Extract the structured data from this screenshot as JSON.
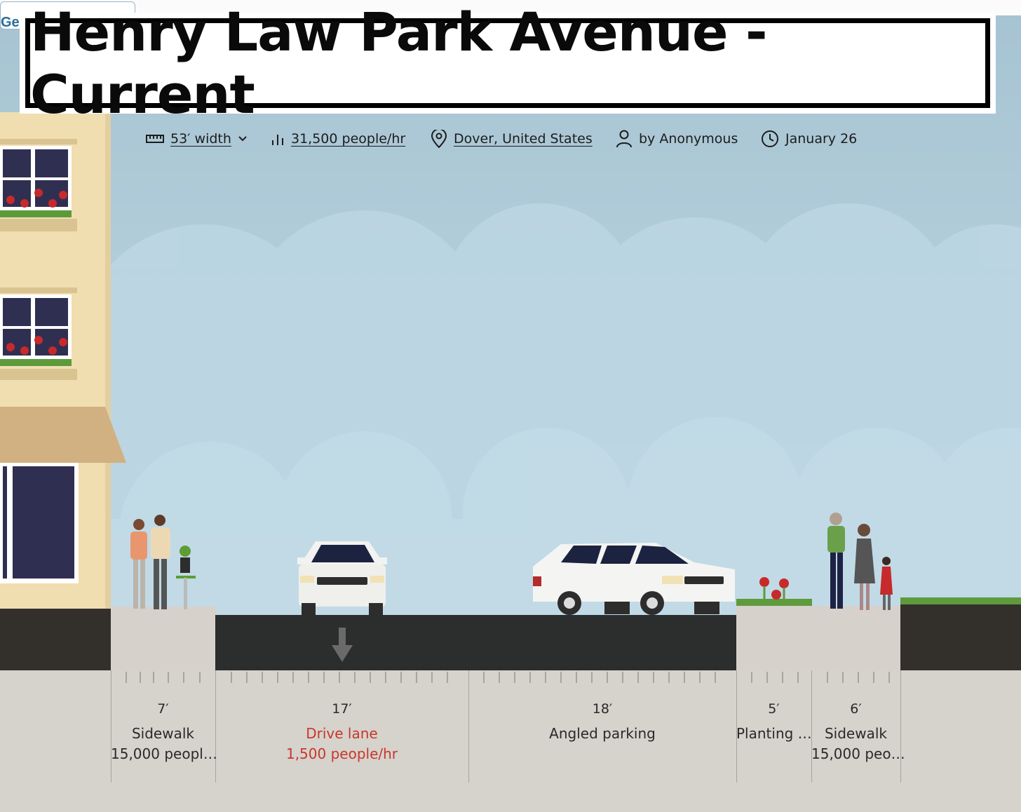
{
  "tab": {
    "label": "Ge"
  },
  "title": "Henry Law Park Avenue - Current",
  "meta": {
    "width": "53′ width",
    "capacity": "31,500 people/hr",
    "location": "Dover, United States",
    "author": "by Anonymous",
    "date": "January 26"
  },
  "segments": [
    {
      "width": "7′",
      "name": "Sidewalk",
      "capacity": "15,000 peopl…"
    },
    {
      "width": "17′",
      "name": "Drive lane",
      "capacity": "1,500 people/hr"
    },
    {
      "width": "18′",
      "name": "Angled parking",
      "capacity": ""
    },
    {
      "width": "5′",
      "name": "Planting …",
      "capacity": ""
    },
    {
      "width": "6′",
      "name": "Sidewalk",
      "capacity": "15,000 peo…"
    }
  ],
  "colors": {
    "sky": "#b6d1de",
    "building": "#f0deb1",
    "road": "#2c2d2d",
    "highlight": "#c8372d"
  },
  "icons": [
    "ruler-icon",
    "bar-chart-icon",
    "location-pin-icon",
    "person-icon",
    "clock-icon",
    "chevron-down-icon",
    "down-arrow-icon"
  ]
}
